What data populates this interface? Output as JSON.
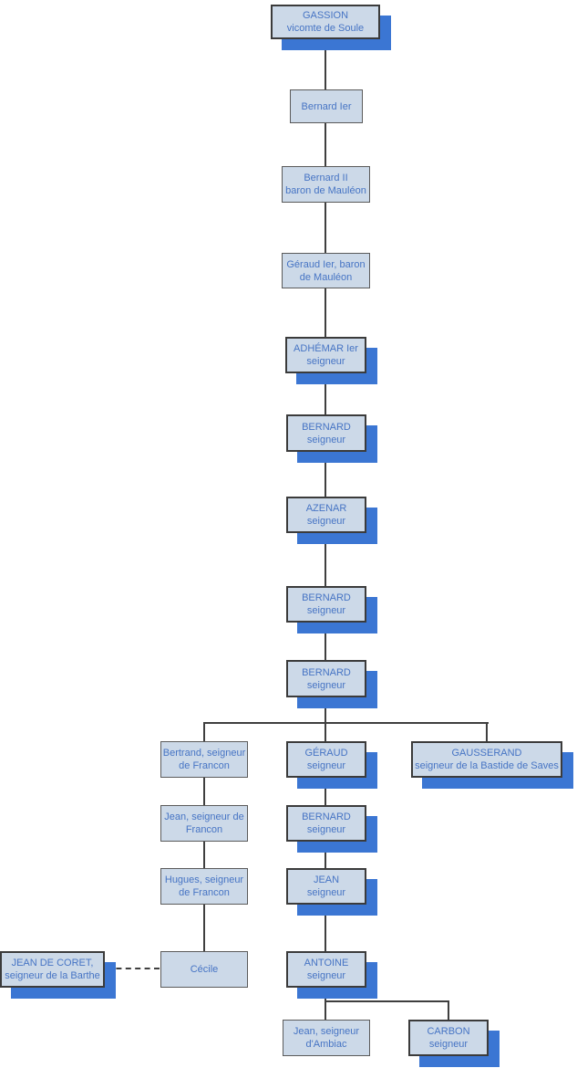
{
  "colors": {
    "node_fill": "#ccd9e8",
    "plain_border": "#5a5a5a",
    "strong_border": "#3b3b3b",
    "shadow": "#3b76d3",
    "text": "#4674c4",
    "line": "#3f3f3f",
    "background": "#ffffff"
  },
  "nodes": [
    {
      "id": "gassion",
      "name": "GASSION",
      "subtitle": "vicomte de Soule"
    },
    {
      "id": "bernard-ier",
      "name": "Bernard Ier",
      "subtitle": ""
    },
    {
      "id": "bernard-ii",
      "name": "Bernard II",
      "subtitle": "baron de Mauléon"
    },
    {
      "id": "geraud-ier",
      "name": "Géraud Ier, baron",
      "subtitle": "de Mauléon"
    },
    {
      "id": "adhemar-ier",
      "name": "ADHÉMAR Ier",
      "subtitle": "seigneur"
    },
    {
      "id": "bernard-seigneur-1",
      "name": "BERNARD",
      "subtitle": "seigneur"
    },
    {
      "id": "azenar",
      "name": "AZENAR",
      "subtitle": "seigneur"
    },
    {
      "id": "bernard-seigneur-2",
      "name": "BERNARD",
      "subtitle": "seigneur"
    },
    {
      "id": "bernard-seigneur-3",
      "name": "BERNARD",
      "subtitle": "seigneur"
    },
    {
      "id": "bertrand-francon",
      "name": "Bertrand, seigneur",
      "subtitle": "de Francon"
    },
    {
      "id": "geraud-seigneur",
      "name": "GÉRAUD",
      "subtitle": "seigneur"
    },
    {
      "id": "gausserand",
      "name": "GAUSSERAND",
      "subtitle": "seigneur de la Bastide de Saves"
    },
    {
      "id": "jean-francon",
      "name": "Jean, seigneur de",
      "subtitle": "Francon"
    },
    {
      "id": "bernard-seigneur-4",
      "name": "BERNARD",
      "subtitle": "seigneur"
    },
    {
      "id": "hugues-francon",
      "name": "Hugues, seigneur",
      "subtitle": "de Francon"
    },
    {
      "id": "jean-seigneur",
      "name": "JEAN",
      "subtitle": "seigneur"
    },
    {
      "id": "jean-de-coret",
      "name": "JEAN DE CORET,",
      "subtitle": "seigneur de la Barthe"
    },
    {
      "id": "cecile",
      "name": "Cécile",
      "subtitle": ""
    },
    {
      "id": "antoine",
      "name": "ANTOINE",
      "subtitle": "seigneur"
    },
    {
      "id": "jean-ambiac",
      "name": "Jean, seigneur",
      "subtitle": "d'Ambiac"
    },
    {
      "id": "carbon",
      "name": "CARBON",
      "subtitle": "seigneur"
    }
  ],
  "lineage_edges": [
    [
      "gassion",
      "bernard-ier"
    ],
    [
      "bernard-ier",
      "bernard-ii"
    ],
    [
      "bernard-ii",
      "geraud-ier"
    ],
    [
      "geraud-ier",
      "adhemar-ier"
    ],
    [
      "adhemar-ier",
      "bernard-seigneur-1"
    ],
    [
      "bernard-seigneur-1",
      "azenar"
    ],
    [
      "azenar",
      "bernard-seigneur-2"
    ],
    [
      "bernard-seigneur-2",
      "bernard-seigneur-3"
    ],
    [
      "bernard-seigneur-3",
      "bertrand-francon"
    ],
    [
      "bernard-seigneur-3",
      "geraud-seigneur"
    ],
    [
      "bernard-seigneur-3",
      "gausserand"
    ],
    [
      "bertrand-francon",
      "jean-francon"
    ],
    [
      "jean-francon",
      "hugues-francon"
    ],
    [
      "hugues-francon",
      "cecile"
    ],
    [
      "geraud-seigneur",
      "bernard-seigneur-4"
    ],
    [
      "bernard-seigneur-4",
      "jean-seigneur"
    ],
    [
      "jean-seigneur",
      "antoine"
    ],
    [
      "antoine",
      "jean-ambiac"
    ],
    [
      "antoine",
      "carbon"
    ]
  ],
  "marriage_edge": {
    "from": "jean-de-coret",
    "to": "cecile",
    "style": "dashed"
  }
}
